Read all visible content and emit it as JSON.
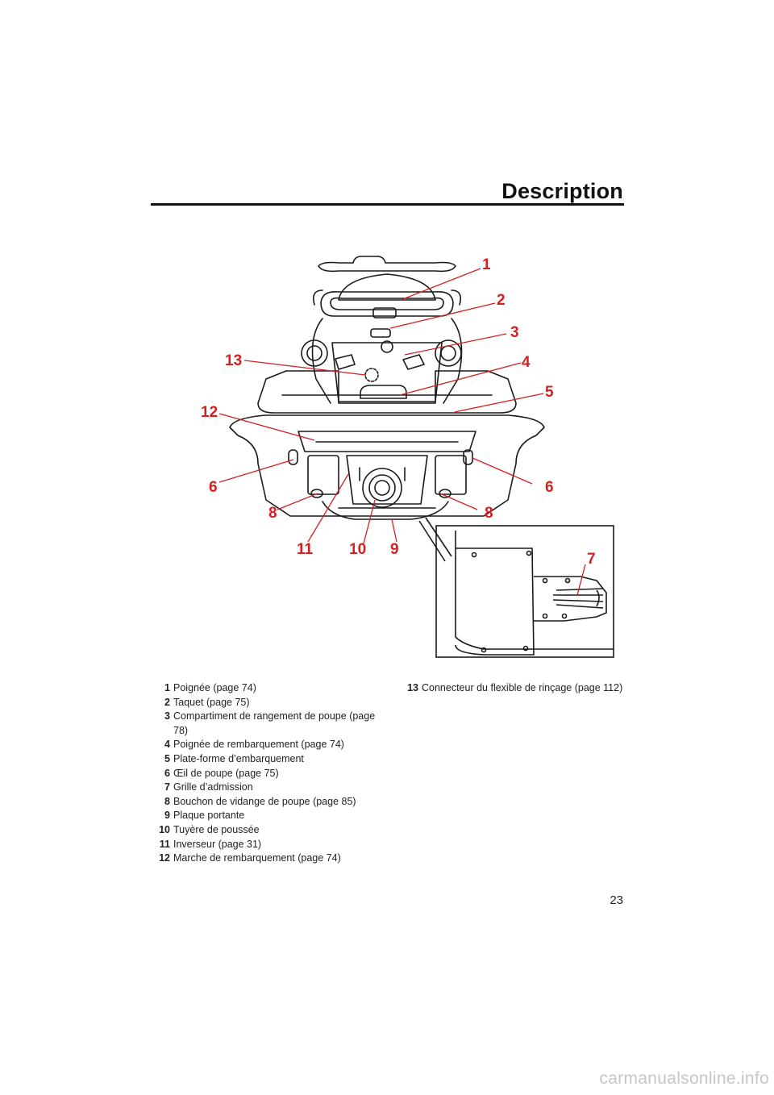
{
  "header": {
    "title": "Description"
  },
  "figure": {
    "callouts": [
      "1",
      "2",
      "3",
      "4",
      "5",
      "6",
      "7",
      "8",
      "9",
      "10",
      "11",
      "12",
      "13"
    ],
    "callout_color": "#d42020"
  },
  "legend": {
    "items": [
      {
        "num": "1",
        "text": "Poignée (page 74)"
      },
      {
        "num": "2",
        "text": "Taquet (page 75)"
      },
      {
        "num": "3",
        "text": "Compartiment de rangement de poupe (page 78)"
      },
      {
        "num": "4",
        "text": "Poignée de rembarquement (page 74)"
      },
      {
        "num": "5",
        "text": "Plate-forme d’embarquement"
      },
      {
        "num": "6",
        "text": "Œil de poupe (page 75)"
      },
      {
        "num": "7",
        "text": "Grille d’admission"
      },
      {
        "num": "8",
        "text": "Bouchon de vidange de poupe (page 85)"
      },
      {
        "num": "9",
        "text": "Plaque portante"
      },
      {
        "num": "10",
        "text": "Tuyère de poussée"
      },
      {
        "num": "11",
        "text": "Inverseur (page 31)"
      },
      {
        "num": "12",
        "text": "Marche de rembarquement (page 74)"
      },
      {
        "num": "13",
        "text": "Connecteur du flexible de rinçage (page 112)"
      }
    ]
  },
  "footer": {
    "page_number": "23",
    "watermark": "carmanualsonline.info"
  }
}
